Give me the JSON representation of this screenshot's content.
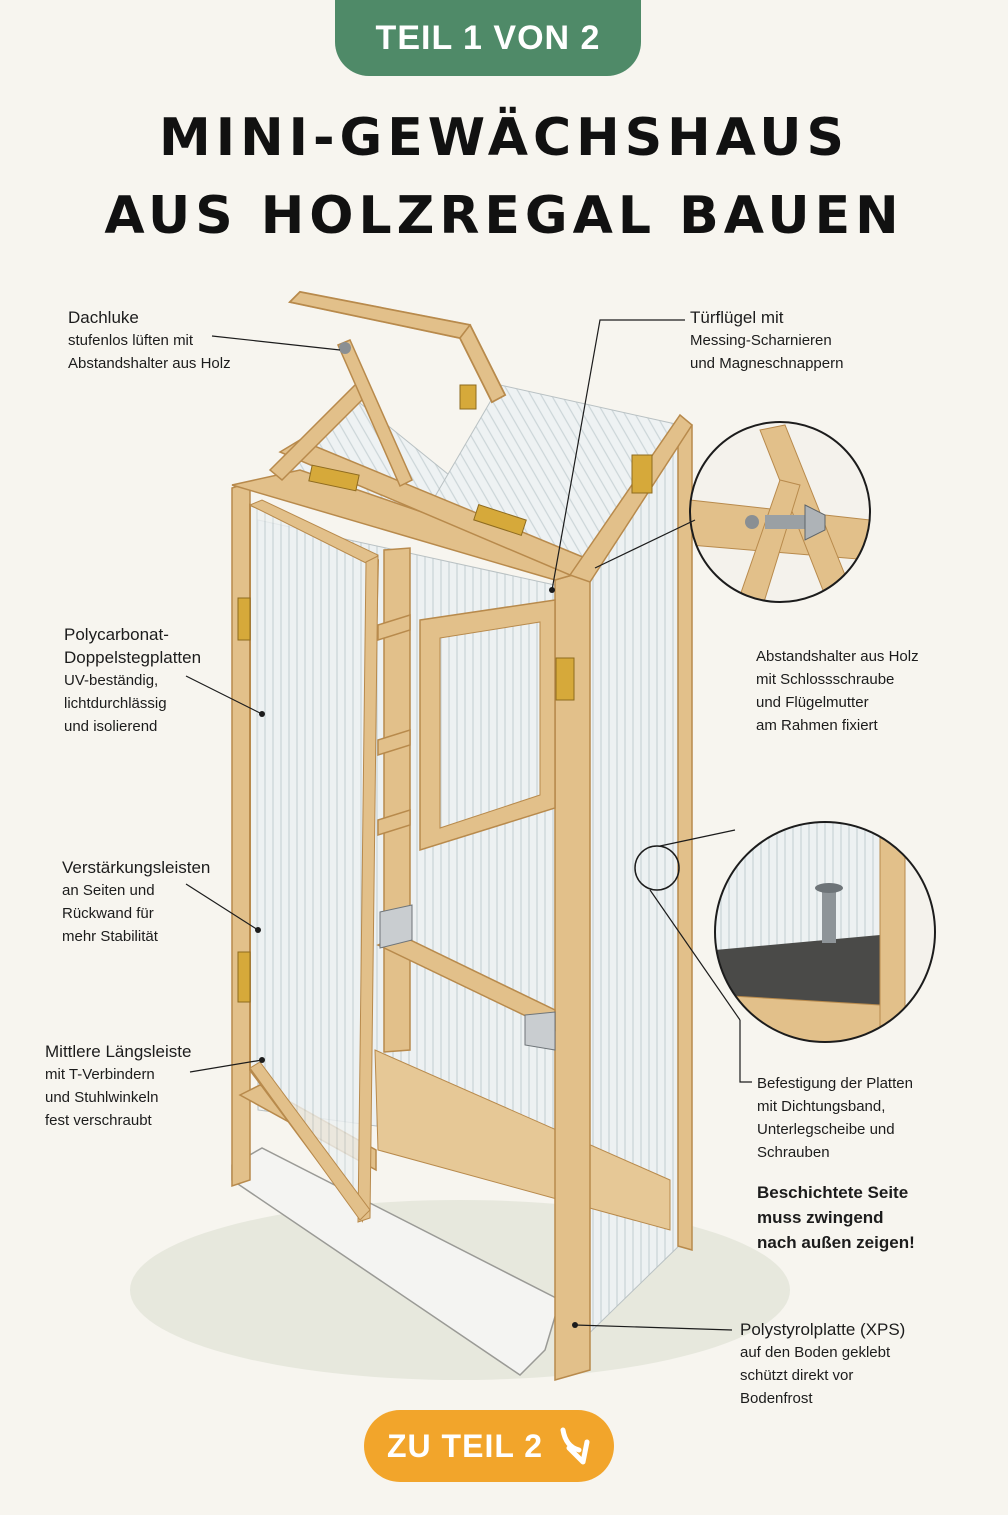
{
  "badge": "TEIL 1 VON 2",
  "title": {
    "line1": "MINI-GEWÄCHSHAUS",
    "line2": "AUS HOLZREGAL BAUEN"
  },
  "annotations": {
    "dachluke": {
      "title": "Dachluke",
      "lines": [
        "stufenlos lüften mit",
        "Abstandshalter aus Holz"
      ]
    },
    "tuerfluegel": {
      "title": "Türflügel mit",
      "lines": [
        "Messing-Scharnieren",
        "und Magneschnappern"
      ]
    },
    "polycarbonat": {
      "title1": "Polycarbonat-",
      "title2": "Doppelstegplatten",
      "lines": [
        "UV-beständig,",
        "lichtdurchlässig",
        "und isolierend"
      ]
    },
    "abstandshalter": {
      "lines": [
        "Abstandshalter aus Holz",
        "mit Schlossschraube",
        "und Flügelmutter",
        "am Rahmen fixiert"
      ]
    },
    "verstaerkung": {
      "title": "Verstärkungsleisten",
      "lines": [
        "an Seiten und",
        "Rückwand für",
        "mehr Stabilität"
      ]
    },
    "laengsleiste": {
      "title": "Mittlere Längsleiste",
      "lines": [
        "mit T-Verbindern",
        "und Stuhlwinkeln",
        "fest verschraubt"
      ]
    },
    "befestigung": {
      "lines": [
        "Befestigung der Platten",
        "mit Dichtungsband,",
        "Unterlegscheibe und",
        "Schrauben"
      ]
    },
    "warning": {
      "lines": [
        "Beschichtete Seite",
        "muss zwingend",
        "nach außen zeigen!"
      ]
    },
    "polystyrol": {
      "title": "Polystyrolplatte (XPS)",
      "lines": [
        "auf den Boden geklebt",
        "schützt direkt vor",
        "Bodenfrost"
      ]
    }
  },
  "cta": {
    "label": "ZU TEIL 2",
    "icon": "arrow-down-right-icon"
  },
  "colors": {
    "badge": "#4f8a68",
    "cta": "#f2a52b",
    "wood": "#e2c08a",
    "wood_dark": "#b88a4c",
    "panel": "#e9eef0",
    "hinge": "#d6a93a",
    "background": "#f7f5ef"
  }
}
